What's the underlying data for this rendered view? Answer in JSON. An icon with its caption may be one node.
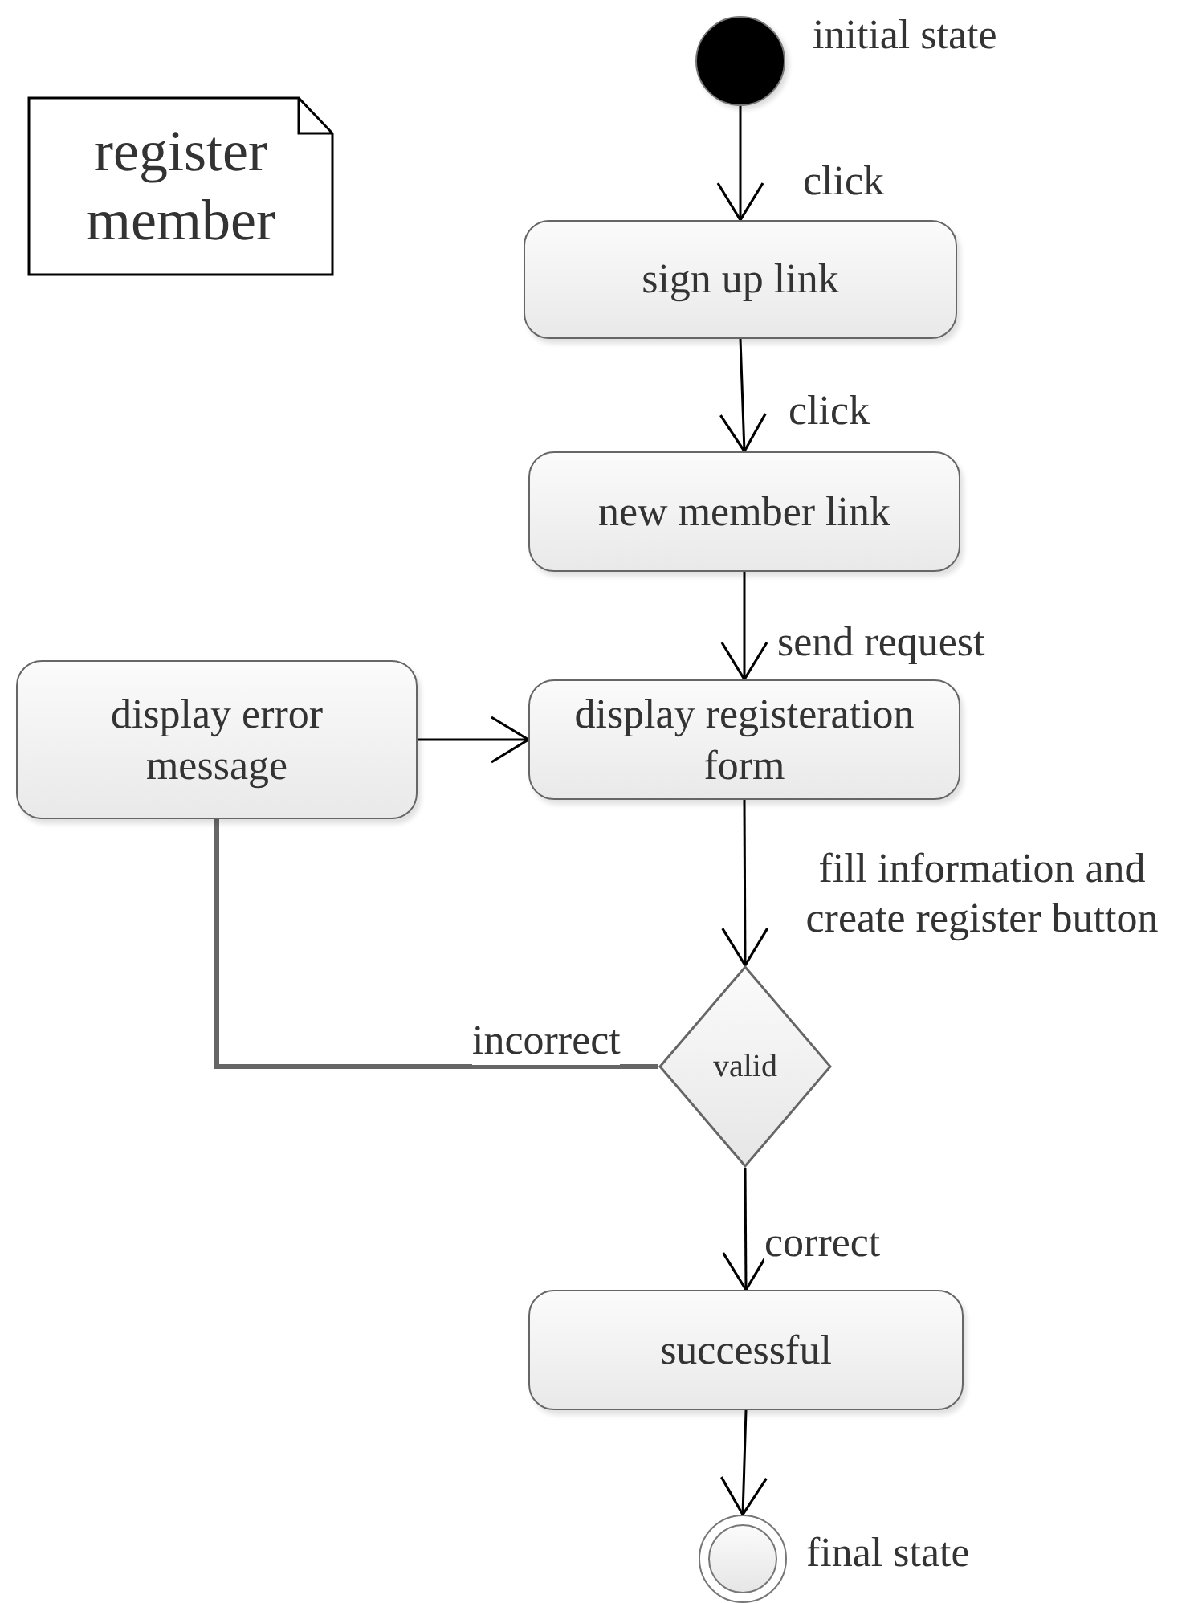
{
  "diagram": {
    "nodes": [
      {
        "text": [
          "register member"
        ]
      },
      {
        "text": [],
        "shape": "circle",
        "beside": [
          "initial state"
        ]
      },
      {
        "text": [
          "sign up link"
        ]
      },
      {
        "text": [
          "new member link"
        ]
      },
      {
        "text": [
          "display error message"
        ]
      },
      {
        "text": [
          "display registeration form"
        ]
      },
      {
        "text": [
          "valid"
        ]
      },
      {
        "text": [
          "successful"
        ]
      },
      {
        "text": [],
        "shape": "circle",
        "beside": [
          "final state"
        ]
      }
    ],
    "edges": [
      {
        "from": 1,
        "to": 2,
        "arrow": "to",
        "label": "click"
      },
      {
        "from": 2,
        "to": 3,
        "arrow": "to",
        "label": "click"
      },
      {
        "from": 3,
        "to": 5,
        "arrow": "to",
        "label": "send request"
      },
      {
        "from": 4,
        "to": 5,
        "arrow": "to"
      },
      {
        "from": 5,
        "to": 6,
        "arrow": "to",
        "label": "fill information and create register button"
      },
      {
        "from": 6,
        "to": 4,
        "arrow": "none",
        "label": "incorrect",
        "style": "thick",
        "color": "#666666"
      },
      {
        "from": 6,
        "to": 7,
        "arrow": "to",
        "label": "correct"
      },
      {
        "from": 7,
        "to": 8,
        "arrow": "to"
      }
    ]
  }
}
